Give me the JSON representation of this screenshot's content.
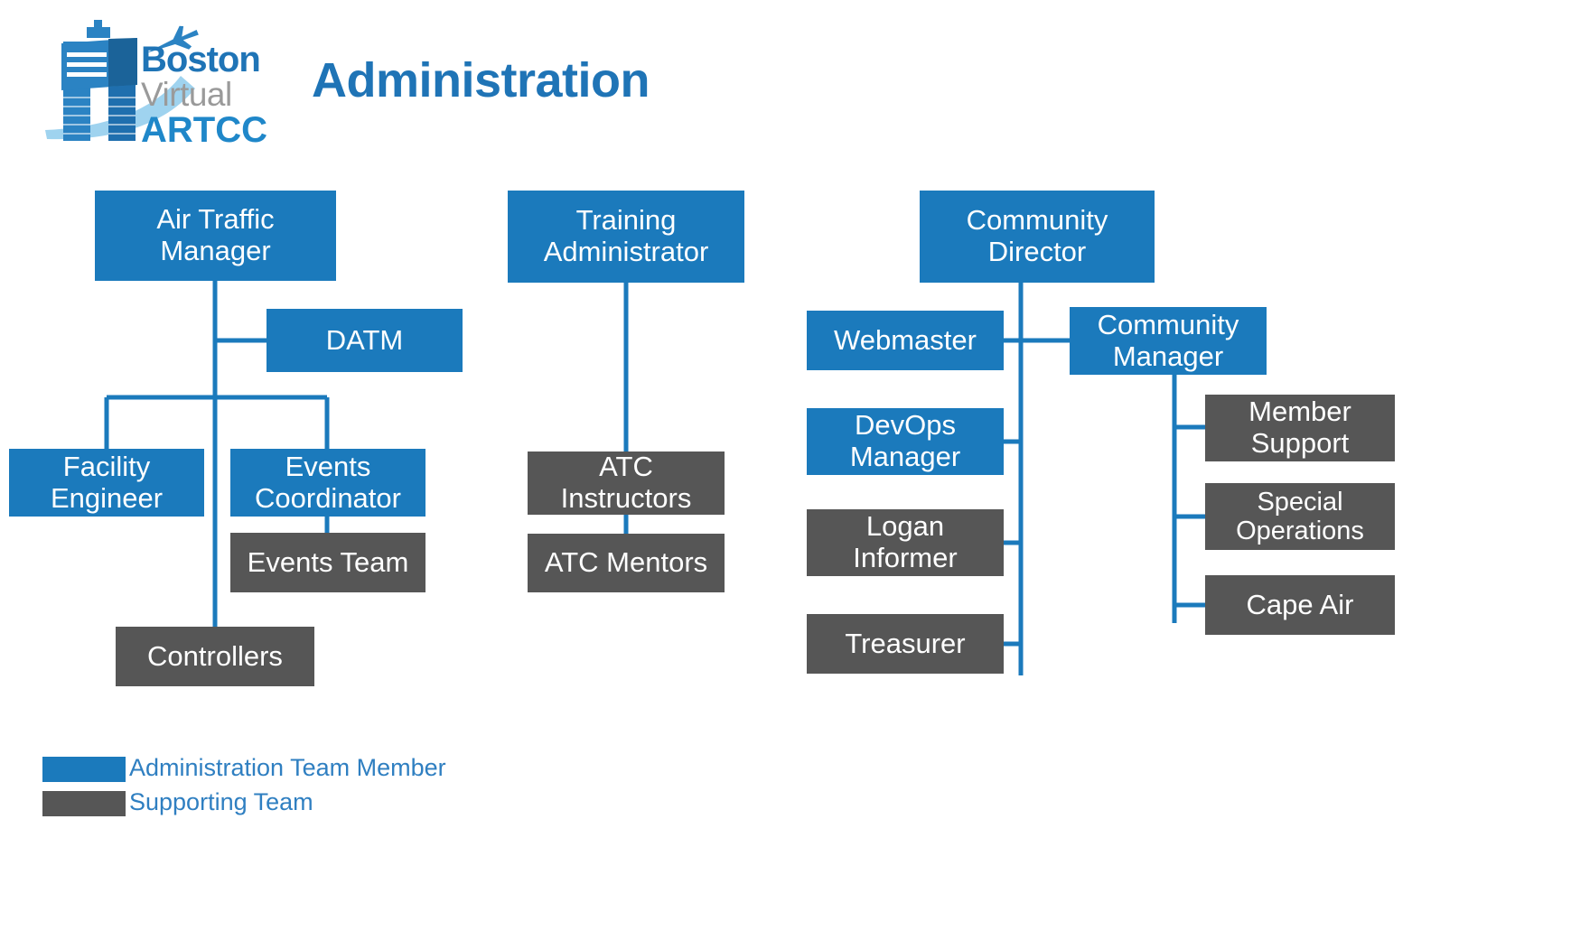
{
  "header": {
    "title": "Administration",
    "logo": {
      "line1": "Boston",
      "line2": "Virtual",
      "line3": "ARTCC",
      "alt": "Boston Virtual ARTCC control tower and airplane logo"
    }
  },
  "colors": {
    "admin": "#1b7abc",
    "support": "#565656",
    "connector": "#1b7abc",
    "title": "#1f74b6",
    "legend_text": "#2f7fc1",
    "background": "#ffffff",
    "node_text": "#ffffff"
  },
  "chart_data": {
    "type": "diagram",
    "title": "Administration",
    "subtype": "organization-chart",
    "categories": [
      "Administration Team Member",
      "Supporting Team"
    ],
    "branches": [
      {
        "root": "Air Traffic Manager",
        "children": [
          {
            "label": "DATM",
            "type": "admin"
          },
          {
            "label": "Facility Engineer",
            "type": "admin"
          },
          {
            "label": "Events Coordinator",
            "type": "admin",
            "children": [
              {
                "label": "Events Team",
                "type": "support"
              }
            ]
          },
          {
            "label": "Controllers",
            "type": "support"
          }
        ]
      },
      {
        "root": "Training Administrator",
        "children": [
          {
            "label": "ATC Instructors",
            "type": "support",
            "children": [
              {
                "label": "ATC Mentors",
                "type": "support"
              }
            ]
          }
        ]
      },
      {
        "root": "Community Director",
        "children": [
          {
            "label": "Webmaster",
            "type": "admin"
          },
          {
            "label": "DevOps Manager",
            "type": "admin"
          },
          {
            "label": "Logan Informer",
            "type": "support"
          },
          {
            "label": "Treasurer",
            "type": "support"
          },
          {
            "label": "Community Manager",
            "type": "admin",
            "children": [
              {
                "label": "Member Support",
                "type": "support"
              },
              {
                "label": "Special Operations",
                "type": "support"
              },
              {
                "label": "Cape Air",
                "type": "support"
              }
            ]
          }
        ]
      }
    ]
  },
  "nodes": {
    "air_traffic_manager": "Air Traffic Manager",
    "datm": "DATM",
    "facility_engineer": "Facility Engineer",
    "events_coordinator": "Events Coordinator",
    "events_team": "Events Team",
    "controllers": "Controllers",
    "training_administrator": "Training Administrator",
    "atc_instructors": "ATC Instructors",
    "atc_mentors": "ATC Mentors",
    "community_director": "Community Director",
    "webmaster": "Webmaster",
    "devops_manager": "DevOps Manager",
    "logan_informer": "Logan Informer",
    "treasurer": "Treasurer",
    "community_manager": "Community Manager",
    "member_support": "Member Support",
    "special_operations": "Special Operations",
    "cape_air": "Cape Air"
  },
  "legend": {
    "items": [
      {
        "label": "Administration Team Member",
        "type": "admin"
      },
      {
        "label": "Supporting Team",
        "type": "support"
      }
    ]
  }
}
